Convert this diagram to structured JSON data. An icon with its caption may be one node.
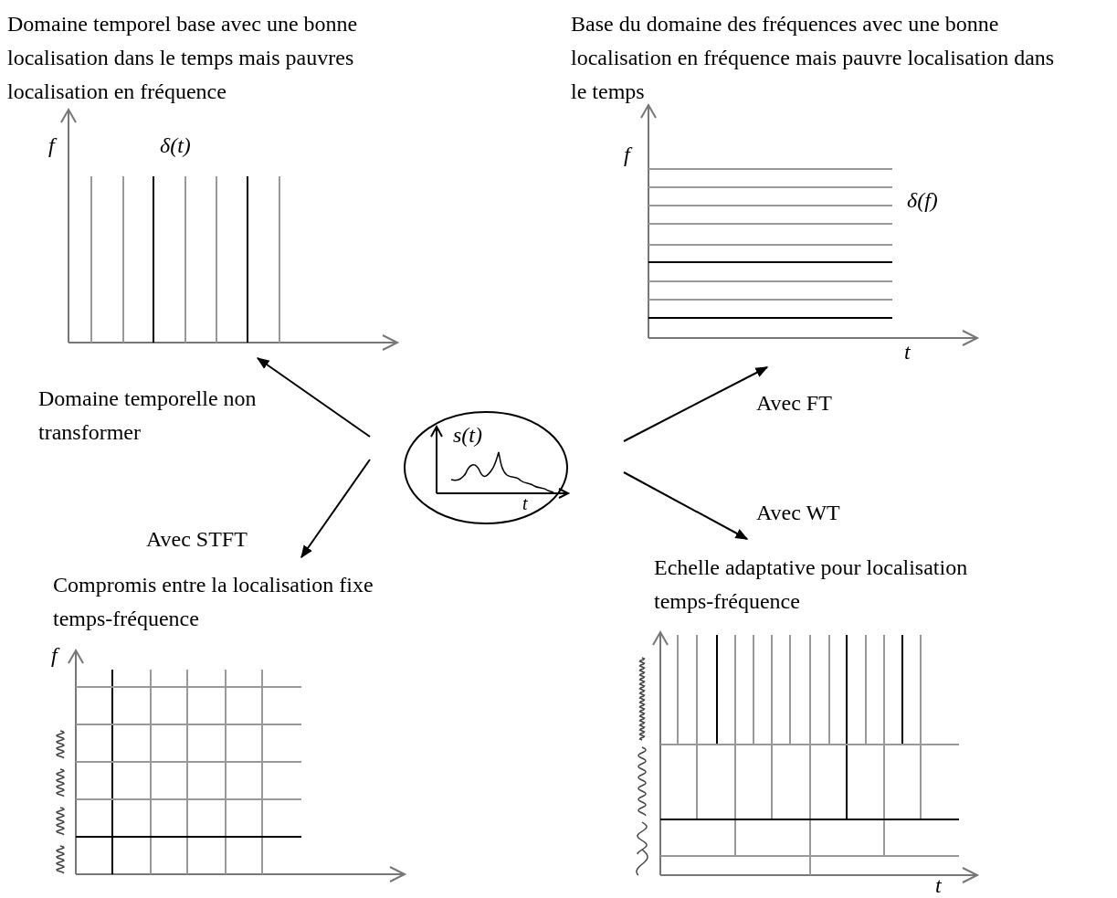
{
  "diagram": {
    "nodes": [
      {
        "text": [
          "s(t)",
          "t"
        ]
      },
      {
        "text": [
          "Domaine temporel base avec une bonne localisation dans le temps mais pauvres localisation en fréquence",
          "f",
          "δ(t)"
        ]
      },
      {
        "text": [
          "Base du domaine des fréquences avec une bonne localisation en fréquence mais pauvre localisation dans le temps",
          "f",
          "δ(f)",
          "t"
        ]
      },
      {
        "text": [
          "Compromis entre la localisation fixe temps-fréquence",
          "f"
        ]
      },
      {
        "text": [
          "Echelle adaptative pour localisation temps-fréquence",
          "t"
        ]
      }
    ],
    "edges": [
      {
        "from": 0,
        "to": 1,
        "arrow": "to",
        "label": "Domaine temporelle non transformer"
      },
      {
        "from": 0,
        "to": 2,
        "arrow": "to",
        "label": "Avec FT"
      },
      {
        "from": 0,
        "to": 3,
        "arrow": "to",
        "label": "Avec STFT"
      },
      {
        "from": 0,
        "to": 4,
        "arrow": "to",
        "label": "Avec WT"
      }
    ]
  }
}
